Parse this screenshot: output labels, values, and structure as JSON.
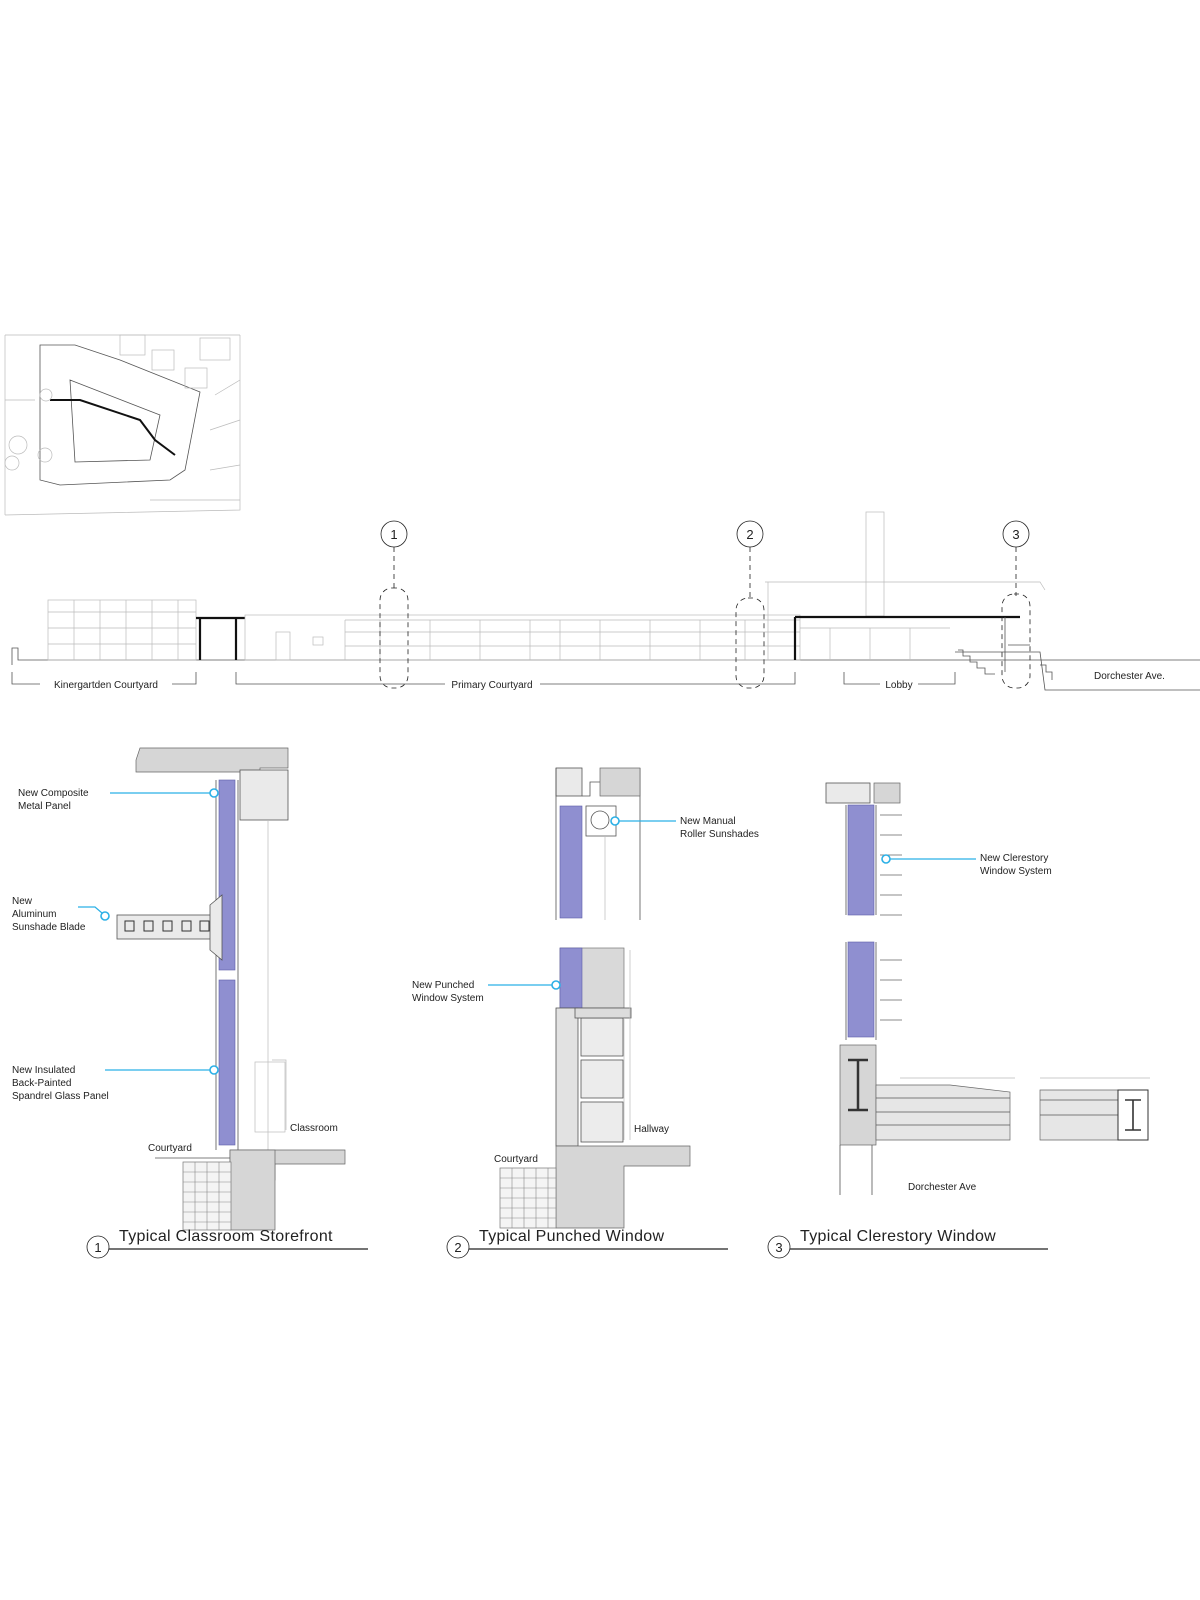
{
  "section": {
    "marker_numbers": [
      "1",
      "2",
      "3"
    ],
    "zones": [
      "Kinergartden Courtyard",
      "Primary Courtyard",
      "Lobby",
      "Dorchester Ave."
    ]
  },
  "details": [
    {
      "number": "1",
      "title": "Typical Classroom Storefront",
      "callouts": [
        [
          "New Composite",
          "Metal Panel"
        ],
        [
          "New",
          "Aluminum",
          "Sunshade Blade"
        ],
        [
          "New Insulated",
          "Back-Painted",
          "Spandrel Glass Panel"
        ]
      ],
      "rooms": [
        "Courtyard",
        "Classroom"
      ]
    },
    {
      "number": "2",
      "title": "Typical Punched Window",
      "callouts": [
        [
          "New Manual",
          "Roller Sunshades"
        ],
        [
          "New Punched",
          "Window System"
        ]
      ],
      "rooms": [
        "Courtyard",
        "Hallway"
      ]
    },
    {
      "number": "3",
      "title": "Typical Clerestory Window",
      "callouts": [
        [
          "New Clerestory",
          "Window System"
        ]
      ],
      "rooms": [
        "Dorchester Ave"
      ]
    }
  ],
  "colors": {
    "callout_leader": "#2bb0e6",
    "glazing": "#8f8fd0"
  }
}
